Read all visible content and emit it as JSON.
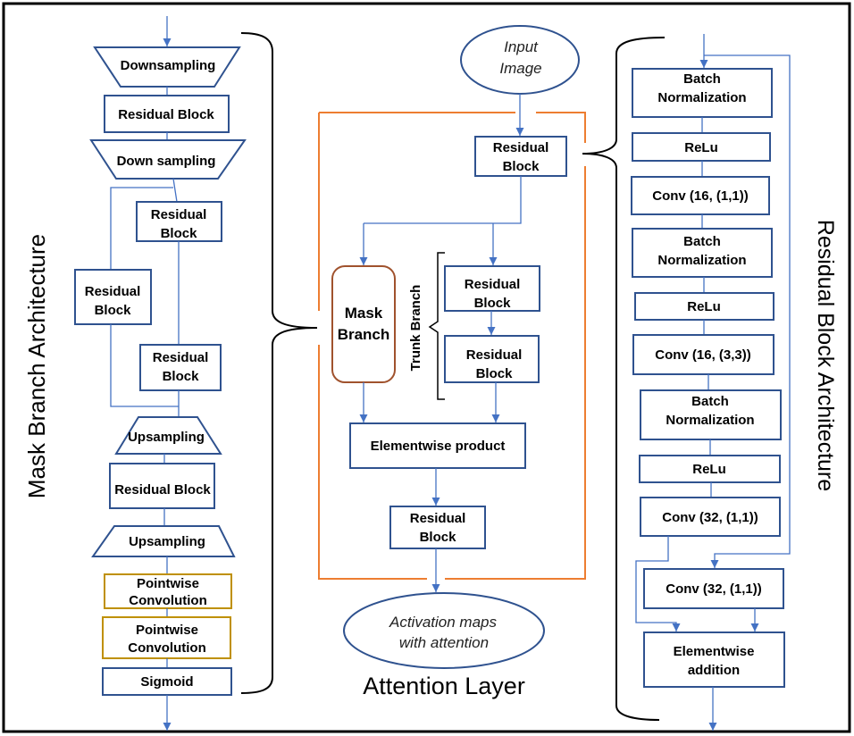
{
  "mask_branch_architecture": {
    "title": "Mask Branch Architecture",
    "downsampling_1": "Downsampling",
    "residual_block_1": "Residual Block",
    "downsampling_2": "Down sampling",
    "residual_block_2": [
      "Residual",
      "Block"
    ],
    "residual_block_3": [
      "Residual",
      "Block"
    ],
    "residual_block_4": [
      "Residual",
      "Block"
    ],
    "upsampling_1": "Upsampling",
    "residual_block_5": "Residual Block",
    "upsampling_2": "Upsampling",
    "pointwise_convolution_1": [
      "Pointwise",
      "Convolution"
    ],
    "pointwise_convolution_2": [
      "Pointwise",
      "Convolution"
    ],
    "sigmoid": "Sigmoid"
  },
  "attention_layer": {
    "title": "Attention Layer",
    "input": [
      "Input",
      "Image"
    ],
    "residual_block_1": [
      "Residual",
      "Block"
    ],
    "mask_branch": [
      "Mask",
      "Branch"
    ],
    "trunk_branch": {
      "label": "Trunk Branch",
      "residual_block_1": [
        "Residual",
        "Block"
      ],
      "residual_block_2": [
        "Residual",
        "Block"
      ]
    },
    "elementwise_product": "Elementwise product",
    "residual_block_2": [
      "Residual",
      "Block"
    ],
    "output": [
      "Activation maps",
      "with attention"
    ]
  },
  "residual_block_architecture": {
    "title": "Residual Block Architecture",
    "batch_normalization_1": [
      "Batch",
      "Normalization"
    ],
    "relu_1": "ReLu",
    "conv_1": "Conv (16, (1,1))",
    "batch_normalization_2": [
      "Batch",
      "Normalization"
    ],
    "relu_2": "ReLu",
    "conv_2": "Conv (16, (3,3))",
    "batch_normalization_3": [
      "Batch",
      "Normalization"
    ],
    "relu_3": "ReLu",
    "conv_3": "Conv (32, (1,1))",
    "shortcut_conv": "Conv (32, (1,1))",
    "elementwise_addition": [
      "Elementwise",
      "addition"
    ]
  },
  "colors": {
    "box_stroke": "#2f528f",
    "arrow": "#4472c4",
    "pointwise_stroke": "#bf9000",
    "attention_frame": "#ed7d31",
    "mask_branch_stroke": "#a0522d",
    "brace": "#000000"
  }
}
